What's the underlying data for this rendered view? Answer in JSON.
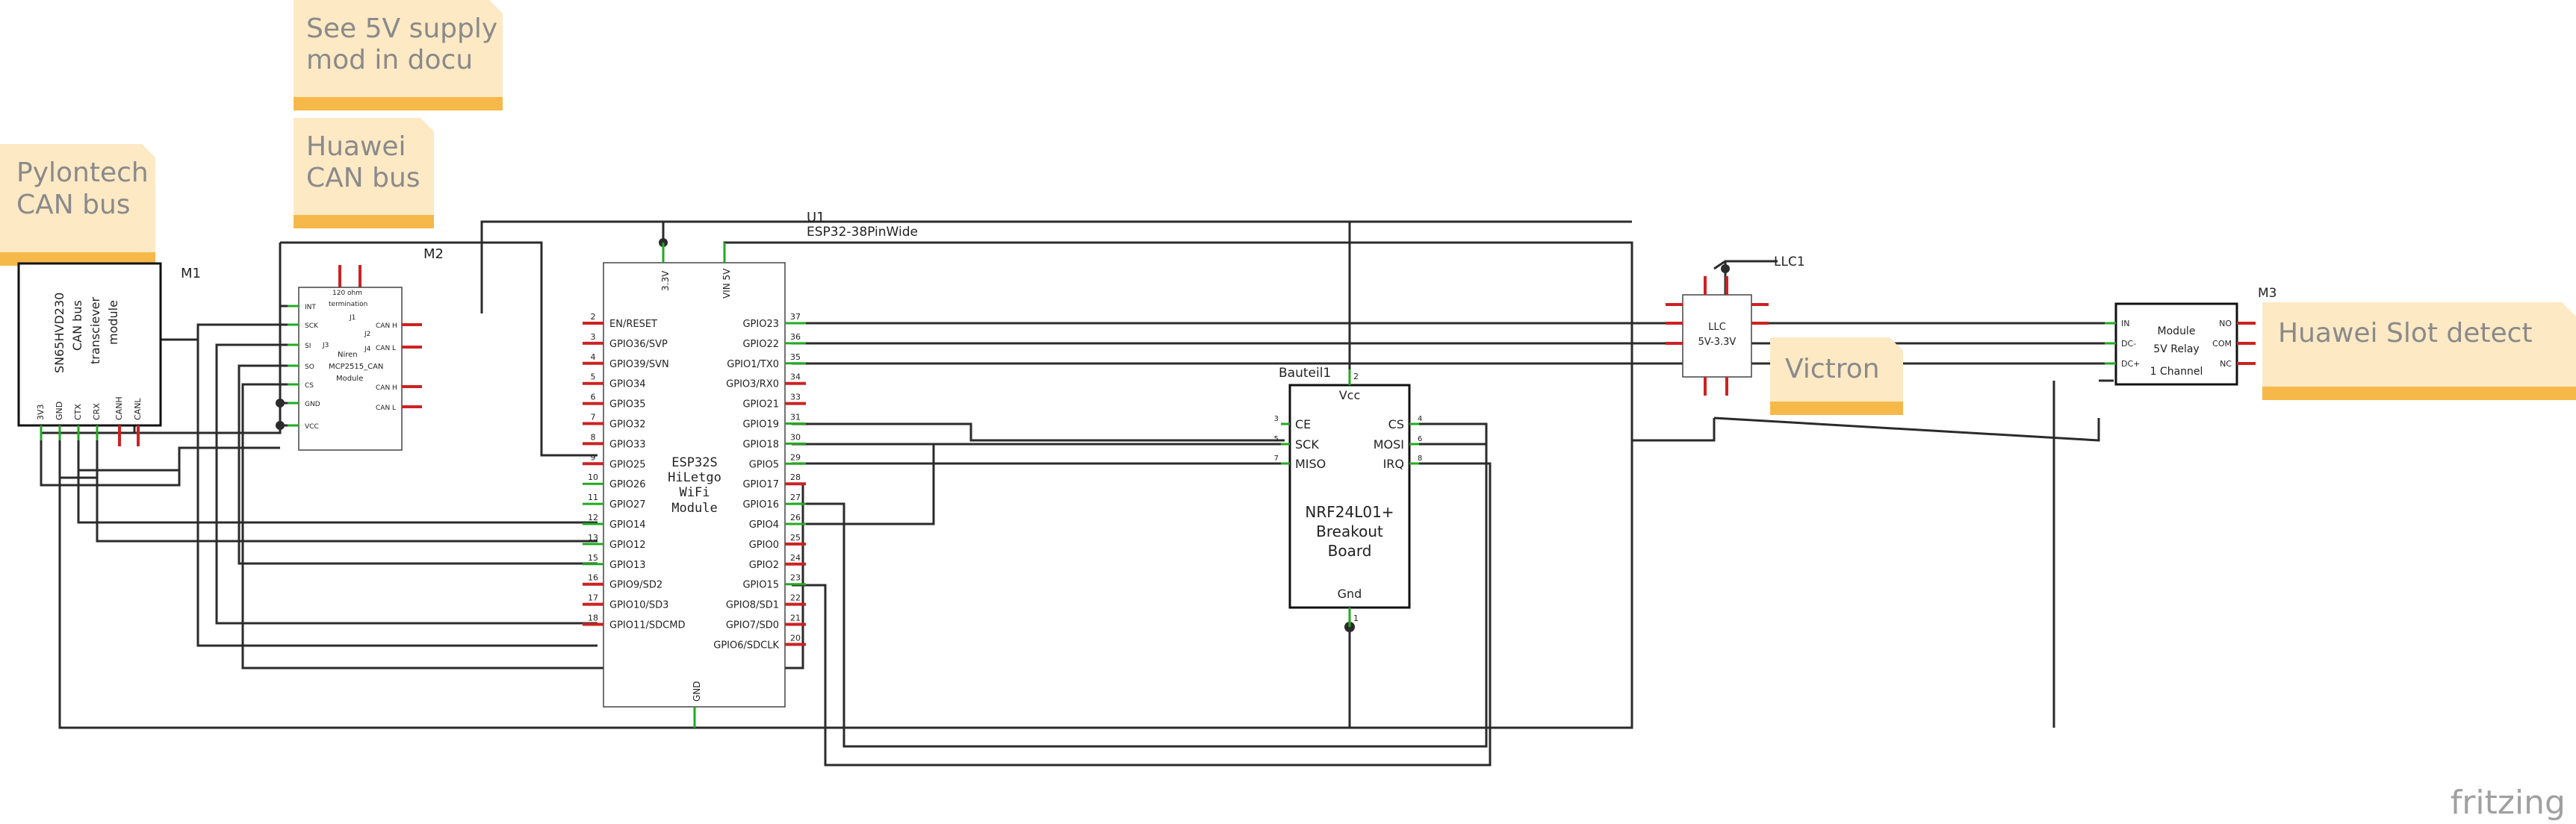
{
  "notes": {
    "supply_mod": [
      "See 5V supply",
      "mod in docu"
    ],
    "huawei_can": [
      "Huawei",
      "CAN bus"
    ],
    "pylontech_can": [
      "Pylontech",
      "CAN bus"
    ],
    "victron": "Victron",
    "huawei_slot": "Huawei Slot detect"
  },
  "m1": {
    "ref": "M1",
    "title": [
      "SN65HVD230",
      "CAN bus",
      "transciever",
      "module"
    ],
    "pins": [
      "3V3",
      "GND",
      "CTX",
      "CRX",
      "CANH",
      "CANL"
    ]
  },
  "m2": {
    "ref": "M2",
    "title": [
      "Niren",
      "MCP2515_CAN",
      "Module"
    ],
    "jumper_label": [
      "120 ohm",
      "termination"
    ],
    "left_pins": [
      "INT",
      "SCK",
      "SI",
      "SO",
      "CS",
      "GND",
      "VCC"
    ],
    "right_pins": [
      "CAN H",
      "CAN L",
      "CAN H",
      "CAN L"
    ],
    "inner_labels": [
      "J1",
      "J2",
      "J3",
      "J4"
    ]
  },
  "u1": {
    "ref": "U1",
    "part": "ESP32-38PinWide",
    "top_pins": [
      "3.3V",
      "VIN 5V"
    ],
    "bottom_pin": "GND",
    "title": [
      "ESP32S",
      "HiLetgo",
      "WiFi",
      "Module"
    ],
    "left_pins": [
      {
        "num": "2",
        "name": "EN/RESET"
      },
      {
        "num": "3",
        "name": "GPIO36/SVP"
      },
      {
        "num": "4",
        "name": "GPIO39/SVN"
      },
      {
        "num": "5",
        "name": "GPIO34"
      },
      {
        "num": "6",
        "name": "GPIO35"
      },
      {
        "num": "7",
        "name": "GPIO32"
      },
      {
        "num": "8",
        "name": "GPIO33"
      },
      {
        "num": "9",
        "name": "GPIO25"
      },
      {
        "num": "10",
        "name": "GPIO26"
      },
      {
        "num": "11",
        "name": "GPIO27"
      },
      {
        "num": "12",
        "name": "GPIO14"
      },
      {
        "num": "13",
        "name": "GPIO12"
      },
      {
        "num": "15",
        "name": "GPIO13"
      },
      {
        "num": "16",
        "name": "GPIO9/SD2"
      },
      {
        "num": "17",
        "name": "GPIO10/SD3"
      },
      {
        "num": "18",
        "name": "GPIO11/SDCMD"
      }
    ],
    "right_pins": [
      {
        "num": "37",
        "name": "GPIO23"
      },
      {
        "num": "36",
        "name": "GPIO22"
      },
      {
        "num": "35",
        "name": "GPIO1/TX0"
      },
      {
        "num": "34",
        "name": "GPIO3/RX0"
      },
      {
        "num": "33",
        "name": "GPIO21"
      },
      {
        "num": "31",
        "name": "GPIO19"
      },
      {
        "num": "30",
        "name": "GPIO18"
      },
      {
        "num": "29",
        "name": "GPIO5"
      },
      {
        "num": "28",
        "name": "GPIO17"
      },
      {
        "num": "27",
        "name": "GPIO16"
      },
      {
        "num": "26",
        "name": "GPIO4"
      },
      {
        "num": "25",
        "name": "GPIO0"
      },
      {
        "num": "24",
        "name": "GPIO2"
      },
      {
        "num": "23",
        "name": "GPIO15"
      },
      {
        "num": "22",
        "name": "GPIO8/SD1"
      },
      {
        "num": "21",
        "name": "GPIO7/SD0"
      },
      {
        "num": "20",
        "name": "GPIO6/SDCLK"
      }
    ]
  },
  "nrf": {
    "ref": "Bauteil1",
    "vcc": "Vcc",
    "gnd": "Gnd",
    "title": [
      "NRF24L01+",
      "Breakout",
      "Board"
    ],
    "left_pins": [
      {
        "num": "3",
        "name": "CE"
      },
      {
        "num": "5",
        "name": "SCK"
      },
      {
        "num": "7",
        "name": "MISO"
      }
    ],
    "right_pins": [
      {
        "num": "4",
        "name": "CS"
      },
      {
        "num": "6",
        "name": "MOSI"
      },
      {
        "num": "8",
        "name": "IRQ"
      }
    ],
    "top_num": "2",
    "bottom_num": "1"
  },
  "llc": {
    "ref": "LLC1",
    "title": [
      "LLC",
      "5V-3.3V"
    ]
  },
  "relay": {
    "ref": "M3",
    "title": [
      "Module",
      "5V Relay",
      "1 Channel"
    ],
    "left_pins": [
      "IN",
      "DC-",
      "DC+"
    ],
    "right_pins": [
      "NO",
      "COM",
      "NC"
    ]
  },
  "brand": "fritzing"
}
